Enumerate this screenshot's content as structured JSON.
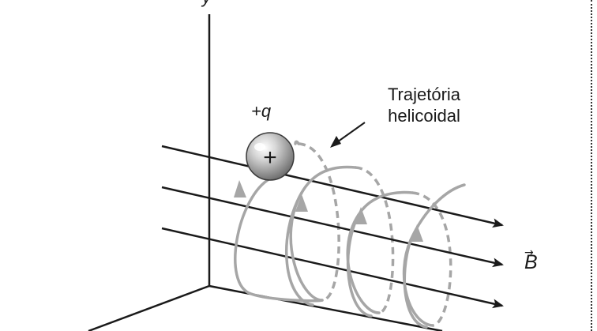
{
  "labels": {
    "charge": "+q",
    "charge_sign": "+",
    "trajectory_line1": "Trajetória",
    "trajectory_line2": "helicoidal",
    "field": "B",
    "field_vector_mark": "→",
    "y_axis": "y"
  },
  "colors": {
    "field_lines": "#1a1a1a",
    "helix": "#a6a6a6",
    "axes": "#1a1a1a",
    "charge_light": "#f2f2f2",
    "charge_dark": "#6e6e6e"
  },
  "icons": {
    "charge": "positive-charge-sphere"
  }
}
